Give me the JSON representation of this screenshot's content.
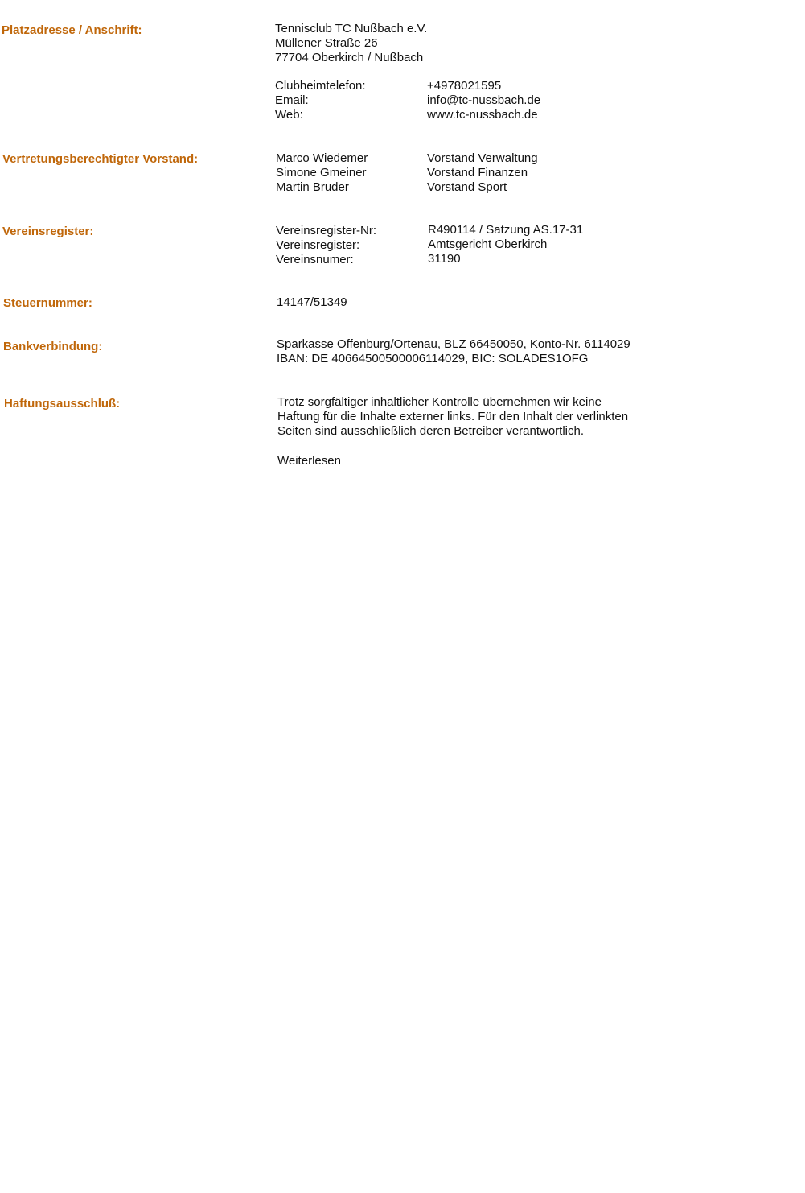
{
  "address": {
    "label": "Platzadresse / Anschrift:",
    "lines": [
      "Tennisclub TC Nußbach  e.V.",
      "Müllener Straße 26",
      "77704 Oberkirch / Nußbach"
    ],
    "contacts": [
      {
        "key": "Clubheimtelefon:",
        "value": "+4978021595"
      },
      {
        "key": "Email:",
        "value": "info@tc-nussbach.de"
      },
      {
        "key": "Web:",
        "value": "www.tc-nussbach.de"
      }
    ]
  },
  "board": {
    "label": "Vertretungsberechtigter Vorstand:",
    "members": [
      {
        "name": "Marco Wiedemer",
        "role": "Vorstand Verwaltung"
      },
      {
        "name": "Simone Gmeiner",
        "role": "Vorstand Finanzen"
      },
      {
        "name": "Martin Bruder",
        "role": "Vorstand Sport"
      }
    ]
  },
  "register": {
    "label": "Vereinsregister:",
    "rows": [
      {
        "key": "Vereinsregister-Nr:",
        "value": "R490114 / Satzung AS.17-31"
      },
      {
        "key": "Vereinsregister:",
        "value": "Amtsgericht Oberkirch"
      },
      {
        "key": "Vereinsnumer:",
        "value": "31190"
      }
    ]
  },
  "tax": {
    "label": "Steuernummer:",
    "value": "14147/51349"
  },
  "bank": {
    "label": "Bankverbindung:",
    "lines": [
      "Sparkasse Offenburg/Ortenau, BLZ 66450050, Konto-Nr. 6114029",
      "IBAN: DE 40664500500006114029, BIC: SOLADES1OFG"
    ]
  },
  "disclaimer": {
    "label": "Haftungsausschluß:",
    "lines": [
      "Trotz sorgfältiger inhaltlicher Kontrolle übernehmen wir keine",
      "Haftung für die Inhalte externer links. Für den Inhalt der verlinkten",
      "Seiten sind ausschließlich deren Betreiber verantwortlich."
    ],
    "read_more": "Weiterlesen"
  }
}
